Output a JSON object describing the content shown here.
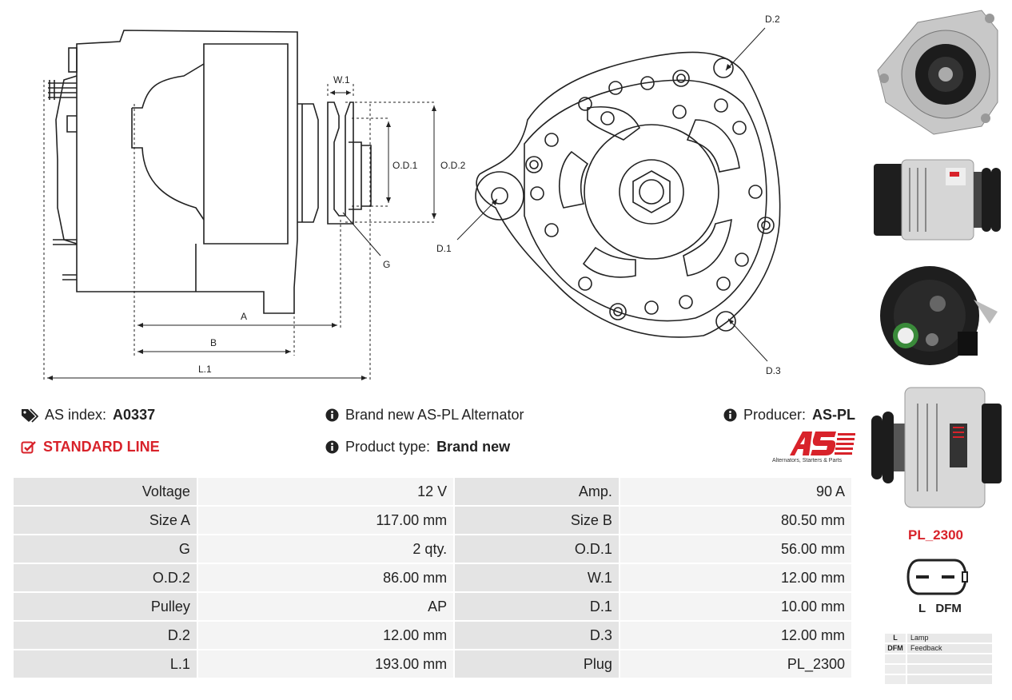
{
  "drawing": {
    "labels": {
      "w1": "W.1",
      "od1": "O.D.1",
      "od2": "O.D.2",
      "g": "G",
      "a": "A",
      "b": "B",
      "l1": "L.1",
      "d1": "D.1",
      "d2": "D.2",
      "d3": "D.3"
    }
  },
  "info": {
    "as_index_label": "AS index:",
    "as_index_value": "A0337",
    "standard_line": "STANDARD LINE",
    "description": "Brand new AS-PL Alternator",
    "product_type_label": "Product type:",
    "product_type_value": "Brand new",
    "producer_label": "Producer:",
    "producer_value": "AS-PL",
    "logo_tagline": "Alternators, Starters & Parts"
  },
  "specs": [
    {
      "l1": "Voltage",
      "v1": "12 V",
      "l2": "Amp.",
      "v2": "90 A"
    },
    {
      "l1": "Size A",
      "v1": "117.00 mm",
      "l2": "Size B",
      "v2": "80.50 mm"
    },
    {
      "l1": "G",
      "v1": "2 qty.",
      "l2": "O.D.1",
      "v2": "56.00 mm"
    },
    {
      "l1": "O.D.2",
      "v1": "86.00 mm",
      "l2": "W.1",
      "v2": "12.00 mm"
    },
    {
      "l1": "Pulley",
      "v1": "AP",
      "l2": "D.1",
      "v2": "10.00 mm"
    },
    {
      "l1": "D.2",
      "v1": "12.00 mm",
      "l2": "D.3",
      "v2": "12.00 mm"
    },
    {
      "l1": "L.1",
      "v1": "193.00 mm",
      "l2": "Plug",
      "v2": "PL_2300"
    }
  ],
  "plug": {
    "code": "PL_2300",
    "pins": "L   DFM",
    "legend": [
      {
        "key": "L",
        "desc": "Lamp"
      },
      {
        "key": "DFM",
        "desc": "Feedback"
      },
      {
        "key": "",
        "desc": ""
      },
      {
        "key": "",
        "desc": ""
      },
      {
        "key": "",
        "desc": ""
      }
    ]
  },
  "colors": {
    "accent": "#d8222a",
    "label_bg": "#e4e4e4",
    "value_bg": "#f4f4f4"
  }
}
